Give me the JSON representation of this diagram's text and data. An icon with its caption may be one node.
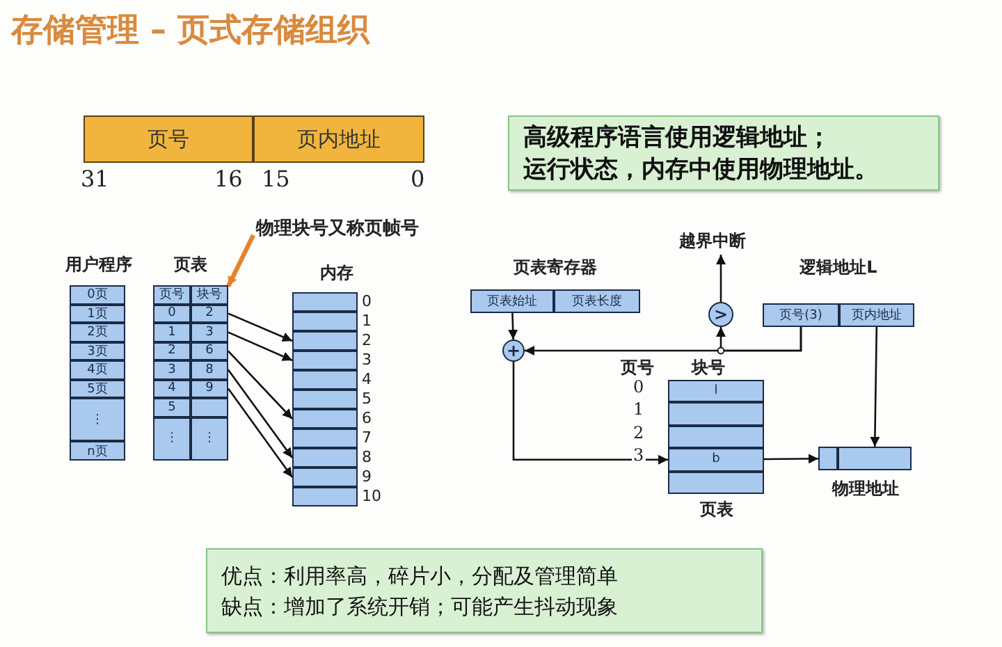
{
  "diagram": {
    "title": "存储管理 – 页式存储组织",
    "nodes": [
      {
        "text": [
          "页号"
        ],
        "beside": [
          "31",
          "16"
        ]
      },
      {
        "text": [
          "页内地址"
        ],
        "beside": [
          "15",
          "0"
        ]
      },
      {
        "text": [
          "高级程序语言使用逻辑地址；",
          "运行状态，内存中使用物理地址。"
        ]
      },
      {
        "text": [
          "用户程序"
        ]
      },
      {
        "text": [
          "0页"
        ],
        "in": 3
      },
      {
        "text": [
          "1页"
        ],
        "in": 3
      },
      {
        "text": [
          "2页"
        ],
        "in": 3
      },
      {
        "text": [
          "3页"
        ],
        "in": 3
      },
      {
        "text": [
          "4页"
        ],
        "in": 3
      },
      {
        "text": [
          "5页"
        ],
        "in": 3
      },
      {
        "text": [
          "⋮"
        ],
        "in": 3
      },
      {
        "text": [
          "n页"
        ],
        "in": 3
      },
      {
        "text": [
          "页表"
        ]
      },
      {
        "text": [
          "页号"
        ],
        "in": 12
      },
      {
        "text": [
          "块号"
        ],
        "in": 12
      },
      {
        "text": [
          "0"
        ],
        "in": 12
      },
      {
        "text": [
          "2"
        ],
        "in": 12
      },
      {
        "text": [
          "1"
        ],
        "in": 12
      },
      {
        "text": [
          "3"
        ],
        "in": 12
      },
      {
        "text": [
          "2"
        ],
        "in": 12
      },
      {
        "text": [
          "6"
        ],
        "in": 12
      },
      {
        "text": [
          "3"
        ],
        "in": 12
      },
      {
        "text": [
          "8"
        ],
        "in": 12
      },
      {
        "text": [
          "4"
        ],
        "in": 12
      },
      {
        "text": [
          "9"
        ],
        "in": 12
      },
      {
        "text": [
          "5"
        ],
        "in": 12
      },
      {
        "text": [],
        "shape": "box",
        "in": 12
      },
      {
        "text": [
          "⋮"
        ],
        "in": 12
      },
      {
        "text": [
          "⋮"
        ],
        "in": 12
      },
      {
        "text": [
          "内存"
        ]
      },
      {
        "text": [],
        "shape": "box",
        "in": 29,
        "beside": [
          "0"
        ]
      },
      {
        "text": [],
        "shape": "box",
        "in": 29,
        "beside": [
          "1"
        ]
      },
      {
        "text": [],
        "shape": "box",
        "in": 29,
        "beside": [
          "2"
        ]
      },
      {
        "text": [],
        "shape": "box",
        "in": 29,
        "beside": [
          "3"
        ]
      },
      {
        "text": [],
        "shape": "box",
        "in": 29,
        "beside": [
          "4"
        ]
      },
      {
        "text": [],
        "shape": "box",
        "in": 29,
        "beside": [
          "5"
        ]
      },
      {
        "text": [],
        "shape": "box",
        "in": 29,
        "beside": [
          "6"
        ]
      },
      {
        "text": [],
        "shape": "box",
        "in": 29,
        "beside": [
          "7"
        ]
      },
      {
        "text": [],
        "shape": "box",
        "in": 29,
        "beside": [
          "8"
        ]
      },
      {
        "text": [],
        "shape": "box",
        "in": 29,
        "beside": [
          "9"
        ]
      },
      {
        "text": [],
        "shape": "box",
        "in": 29,
        "beside": [
          "10"
        ]
      },
      {
        "text": [
          "物理块号又称页帧号"
        ]
      },
      {
        "text": [
          "页表寄存器"
        ]
      },
      {
        "text": [
          "页表始址"
        ],
        "in": 42
      },
      {
        "text": [
          "页表长度"
        ],
        "in": 42
      },
      {
        "text": [
          "越界中断"
        ]
      },
      {
        "text": [
          ">"
        ]
      },
      {
        "text": [
          "逻辑地址L"
        ]
      },
      {
        "text": [
          "页号(3)"
        ],
        "in": 47
      },
      {
        "text": [
          "页内地址"
        ],
        "in": 47
      },
      {
        "text": [
          "+"
        ]
      },
      {
        "text": [
          "页表"
        ]
      },
      {
        "text": [
          "l"
        ],
        "in": 51,
        "beside": [
          "0"
        ]
      },
      {
        "text": [],
        "shape": "box",
        "in": 51,
        "beside": [
          "1"
        ]
      },
      {
        "text": [],
        "shape": "box",
        "in": 51,
        "beside": [
          "2"
        ]
      },
      {
        "text": [
          "b"
        ],
        "in": 51,
        "beside": [
          "3"
        ]
      },
      {
        "text": [],
        "shape": "box",
        "in": 51
      },
      {
        "text": [
          "物理地址"
        ]
      },
      {
        "text": [],
        "shape": "box",
        "in": 57
      },
      {
        "text": [],
        "shape": "box",
        "in": 57
      },
      {
        "text": [
          "优点：利用率高，碎片小，分配及管理简单",
          "缺点：增加了系统开销；可能产生抖动现象"
        ]
      }
    ],
    "edges": [
      {
        "from": 41,
        "to": 14,
        "arrow": "to",
        "style": "thick",
        "color": "#e8822a"
      },
      {
        "from": 16,
        "to": 32,
        "arrow": "to"
      },
      {
        "from": 18,
        "to": 33,
        "arrow": "to"
      },
      {
        "from": 20,
        "to": 36,
        "arrow": "to"
      },
      {
        "from": 22,
        "to": 38,
        "arrow": "to"
      },
      {
        "from": 24,
        "to": 39,
        "arrow": "to"
      },
      {
        "from": 43,
        "to": 50,
        "arrow": "to"
      },
      {
        "from": 48,
        "to": 50,
        "arrow": "to"
      },
      {
        "from": 48,
        "to": 46,
        "arrow": "to"
      },
      {
        "from": 46,
        "to": 45,
        "arrow": "to"
      },
      {
        "from": 50,
        "to": 55,
        "arrow": "to"
      },
      {
        "from": 55,
        "to": 58,
        "arrow": "to"
      },
      {
        "from": 49,
        "to": 59,
        "arrow": "to"
      }
    ],
    "labels": [
      "页号",
      "块号"
    ]
  }
}
